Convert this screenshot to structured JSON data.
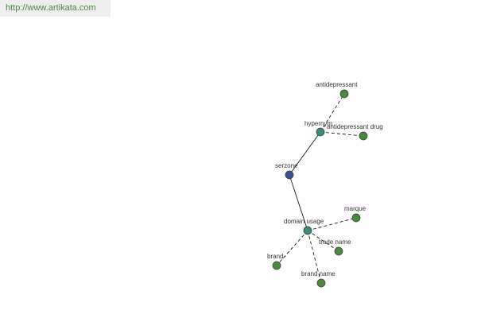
{
  "watermark": {
    "url": "http://www.artikata.com",
    "color": "#4a8a3e"
  },
  "graph": {
    "colors": {
      "root": "#3a4f8f",
      "relation": "#3d8a7a",
      "leaf": "#4a8a3e",
      "edge": "#000000"
    },
    "nodes": [
      {
        "id": "serzone",
        "label": "serzone",
        "kind": "root"
      },
      {
        "id": "hypernym",
        "label": "hypernym",
        "kind": "relation"
      },
      {
        "id": "domain-usage",
        "label": "domain usage",
        "kind": "relation"
      },
      {
        "id": "antidepressant",
        "label": "antidepressant",
        "kind": "leaf"
      },
      {
        "id": "antidepressant-drug",
        "label": "antidepressant drug",
        "kind": "leaf"
      },
      {
        "id": "marque",
        "label": "marque",
        "kind": "leaf"
      },
      {
        "id": "trade-name",
        "label": "trade name",
        "kind": "leaf"
      },
      {
        "id": "brand",
        "label": "brand",
        "kind": "leaf"
      },
      {
        "id": "brand-name",
        "label": "brand name",
        "kind": "leaf"
      }
    ],
    "edges": [
      {
        "from": "serzone",
        "to": "hypernym",
        "style": "solid"
      },
      {
        "from": "serzone",
        "to": "domain-usage",
        "style": "solid"
      },
      {
        "from": "hypernym",
        "to": "antidepressant",
        "style": "dashed"
      },
      {
        "from": "hypernym",
        "to": "antidepressant-drug",
        "style": "dashed"
      },
      {
        "from": "domain-usage",
        "to": "marque",
        "style": "dashed"
      },
      {
        "from": "domain-usage",
        "to": "trade-name",
        "style": "dashed"
      },
      {
        "from": "domain-usage",
        "to": "brand",
        "style": "dashed"
      },
      {
        "from": "domain-usage",
        "to": "brand-name",
        "style": "dashed"
      }
    ]
  }
}
